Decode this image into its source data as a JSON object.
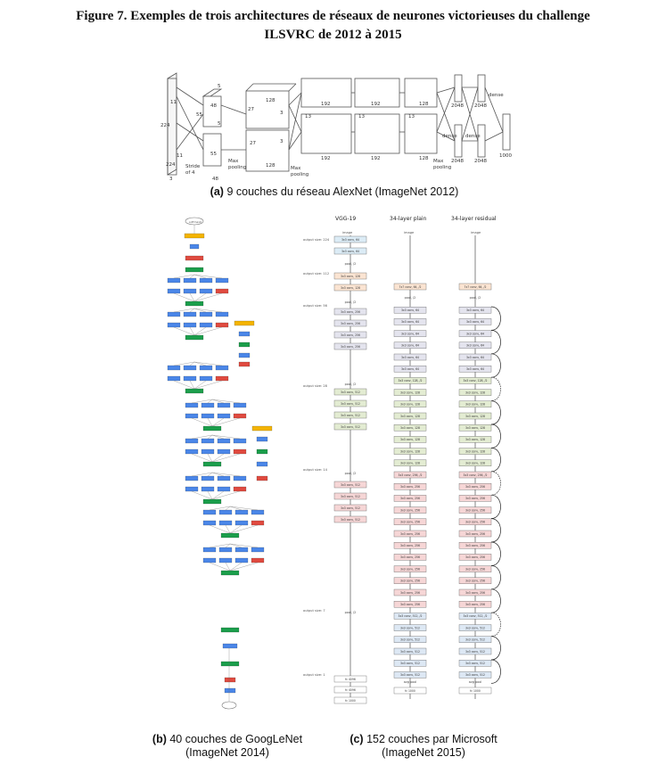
{
  "figure": {
    "title_line1": "Figure 7. Exemples de trois architectures de réseaux de neurones victorieuses du challenge",
    "title_line2": "ILSVRC de 2012 à 2015"
  },
  "alexnet": {
    "caption_letter": "(a)",
    "caption_text": "9 couches du réseau AlexNet (ImageNet 2012)",
    "labels": {
      "in_224a": "224",
      "in_224b": "224",
      "in_3": "3",
      "in_11a": "11",
      "in_11b": "11",
      "stride": "Stride",
      "of4": "of 4",
      "c1_55a": "55",
      "c1_55b": "55",
      "c1_48a": "48",
      "c1_48b": "48",
      "c1_5a": "5",
      "c1_5b": "5",
      "c2_27a": "27",
      "c2_27b": "27",
      "c2_128a": "128",
      "c2_128b": "128",
      "c2_3a": "3",
      "c2_3b": "3",
      "mp1": "Max",
      "mp1b": "pooling",
      "mp2": "Max",
      "mp2b": "pooling",
      "mp3": "Max",
      "mp3b": "pooling",
      "c3_13": "13",
      "c3_192a": "192",
      "c3_192b": "192",
      "c4_192a": "192",
      "c4_192b": "192",
      "c4_13": "13",
      "c5_128a": "128",
      "c5_128b": "128",
      "c5_13": "13",
      "d1": "2048",
      "d2": "2048",
      "d3": "2048",
      "d4": "2048",
      "dout": "1000",
      "dense1": "dense",
      "dense2": "dense",
      "dense3": "dense"
    }
  },
  "googlenet": {
    "caption_letter": "(b)",
    "caption_line1": "40 couches de GoogLeNet",
    "caption_line2": "(ImageNet 2014)",
    "top_label": "softmax0"
  },
  "resnet": {
    "caption_letter": "(c)",
    "caption_line1": "152 couches par Microsoft",
    "caption_line2": "(ImageNet 2015)",
    "col_vgg": "VGG-19",
    "col_plain": "34-layer plain",
    "col_res": "34-layer residual",
    "image_label": "image",
    "output_224": "output size: 224",
    "output_112": "output size: 112",
    "output_56": "output size: 56",
    "output_28": "output size: 28",
    "output_14": "output size: 14",
    "output_7": "output size: 7",
    "output_1": "output size: 1",
    "vgg_layers": [
      "3x3 conv, 64",
      "3x3 conv, 64",
      "pool, /2",
      "3x3 conv, 128",
      "3x3 conv, 128",
      "pool, /2",
      "3x3 conv, 256",
      "3x3 conv, 256",
      "3x3 conv, 256",
      "3x3 conv, 256",
      "pool, /2",
      "3x3 conv, 512",
      "3x3 conv, 512",
      "3x3 conv, 512",
      "3x3 conv, 512",
      "pool, /2",
      "3x3 conv, 512",
      "3x3 conv, 512",
      "3x3 conv, 512",
      "3x3 conv, 512",
      "pool, /2",
      "fc 4096",
      "fc 4096",
      "fc 1000"
    ],
    "plain_first": "7x7 conv, 64, /2",
    "plain_pool": "pool, /2",
    "conv64": "3x3 conv, 64",
    "conv128_first": "3x3 conv, 128, /2",
    "conv128": "3x3 conv, 128",
    "conv256_first": "3x3 conv, 256, /2",
    "conv256": "3x3 conv, 256",
    "conv512_first": "3x3 conv, 512, /2",
    "conv512": "3x3 conv, 512",
    "avg_pool": "avg pool",
    "fc1000": "fc 1000"
  }
}
